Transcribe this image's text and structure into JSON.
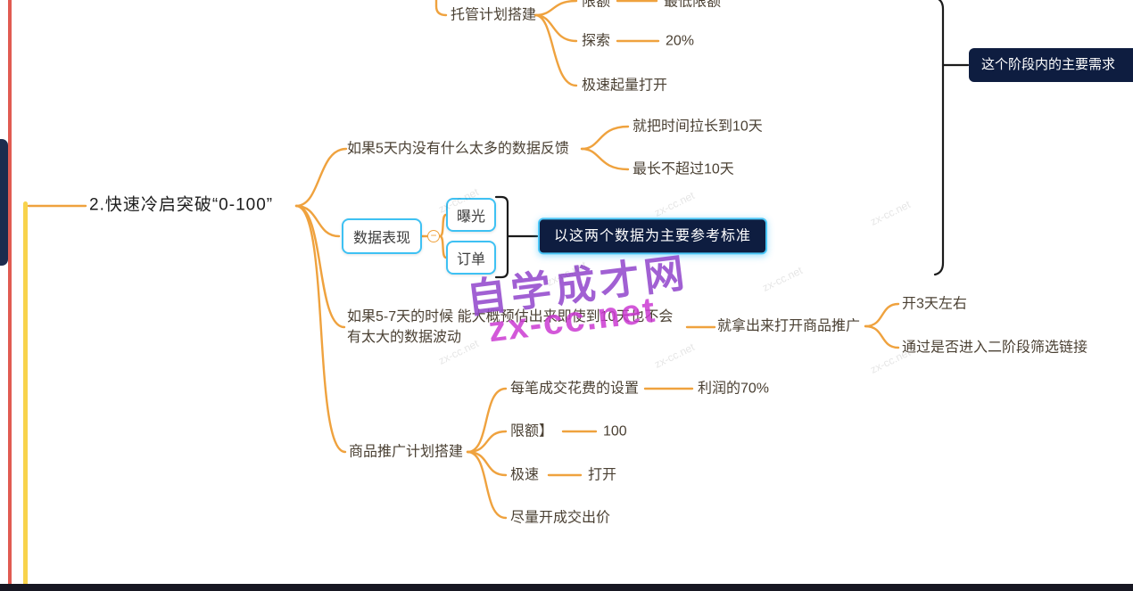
{
  "colors": {
    "branch_line": "#efa23e",
    "summary_line": "#1b1b1b",
    "highlight_border": "#3ec1f3",
    "dark_node_bg": "#0e1d40",
    "left_line_red": "#e15b52",
    "left_line_yellow": "#f8d34c"
  },
  "main_topic": {
    "label": "2.快速冷启突破“0-100”"
  },
  "branches": {
    "hosting_plan": {
      "label": "托管计划搭建",
      "children": [
        {
          "label": "限额",
          "value": "最低限额"
        },
        {
          "label": "探索",
          "value": "20%"
        },
        {
          "label": "极速起量打开"
        }
      ]
    },
    "five_day_feedback": {
      "label": "如果5天内没有什么太多的数据反馈",
      "children": [
        {
          "label": "就把时间拉长到10天"
        },
        {
          "label": "最长不超过10天"
        }
      ]
    },
    "data_performance": {
      "label": "数据表现",
      "collapse_icon": "−",
      "children": [
        {
          "label": "曝光"
        },
        {
          "label": "订单"
        }
      ],
      "summary": "以这两个数据为主要参考标准"
    },
    "estimate_5_7_day": {
      "label": "如果5-7天的时候  能大概预估出来即使到10天也不会有太大的数据波动",
      "child": {
        "label": "就拿出来打开商品推广",
        "children": [
          {
            "label": "开3天左右"
          },
          {
            "label": "通过是否进入二阶段筛选链接"
          }
        ]
      }
    },
    "product_promo_plan": {
      "label": "商品推广计划搭建",
      "children": [
        {
          "label": "每笔成交花费的设置",
          "value": "利润的70%"
        },
        {
          "label": "限额】",
          "value": "100"
        },
        {
          "label": "极速",
          "value": "打开"
        },
        {
          "label": "尽量开成交出价"
        }
      ]
    }
  },
  "right_note": {
    "label": "这个阶段内的主要需求"
  },
  "watermark": {
    "title": "自学成才网",
    "subtitle": "zx-cc.net",
    "tile_text": "zx-cc.net"
  }
}
